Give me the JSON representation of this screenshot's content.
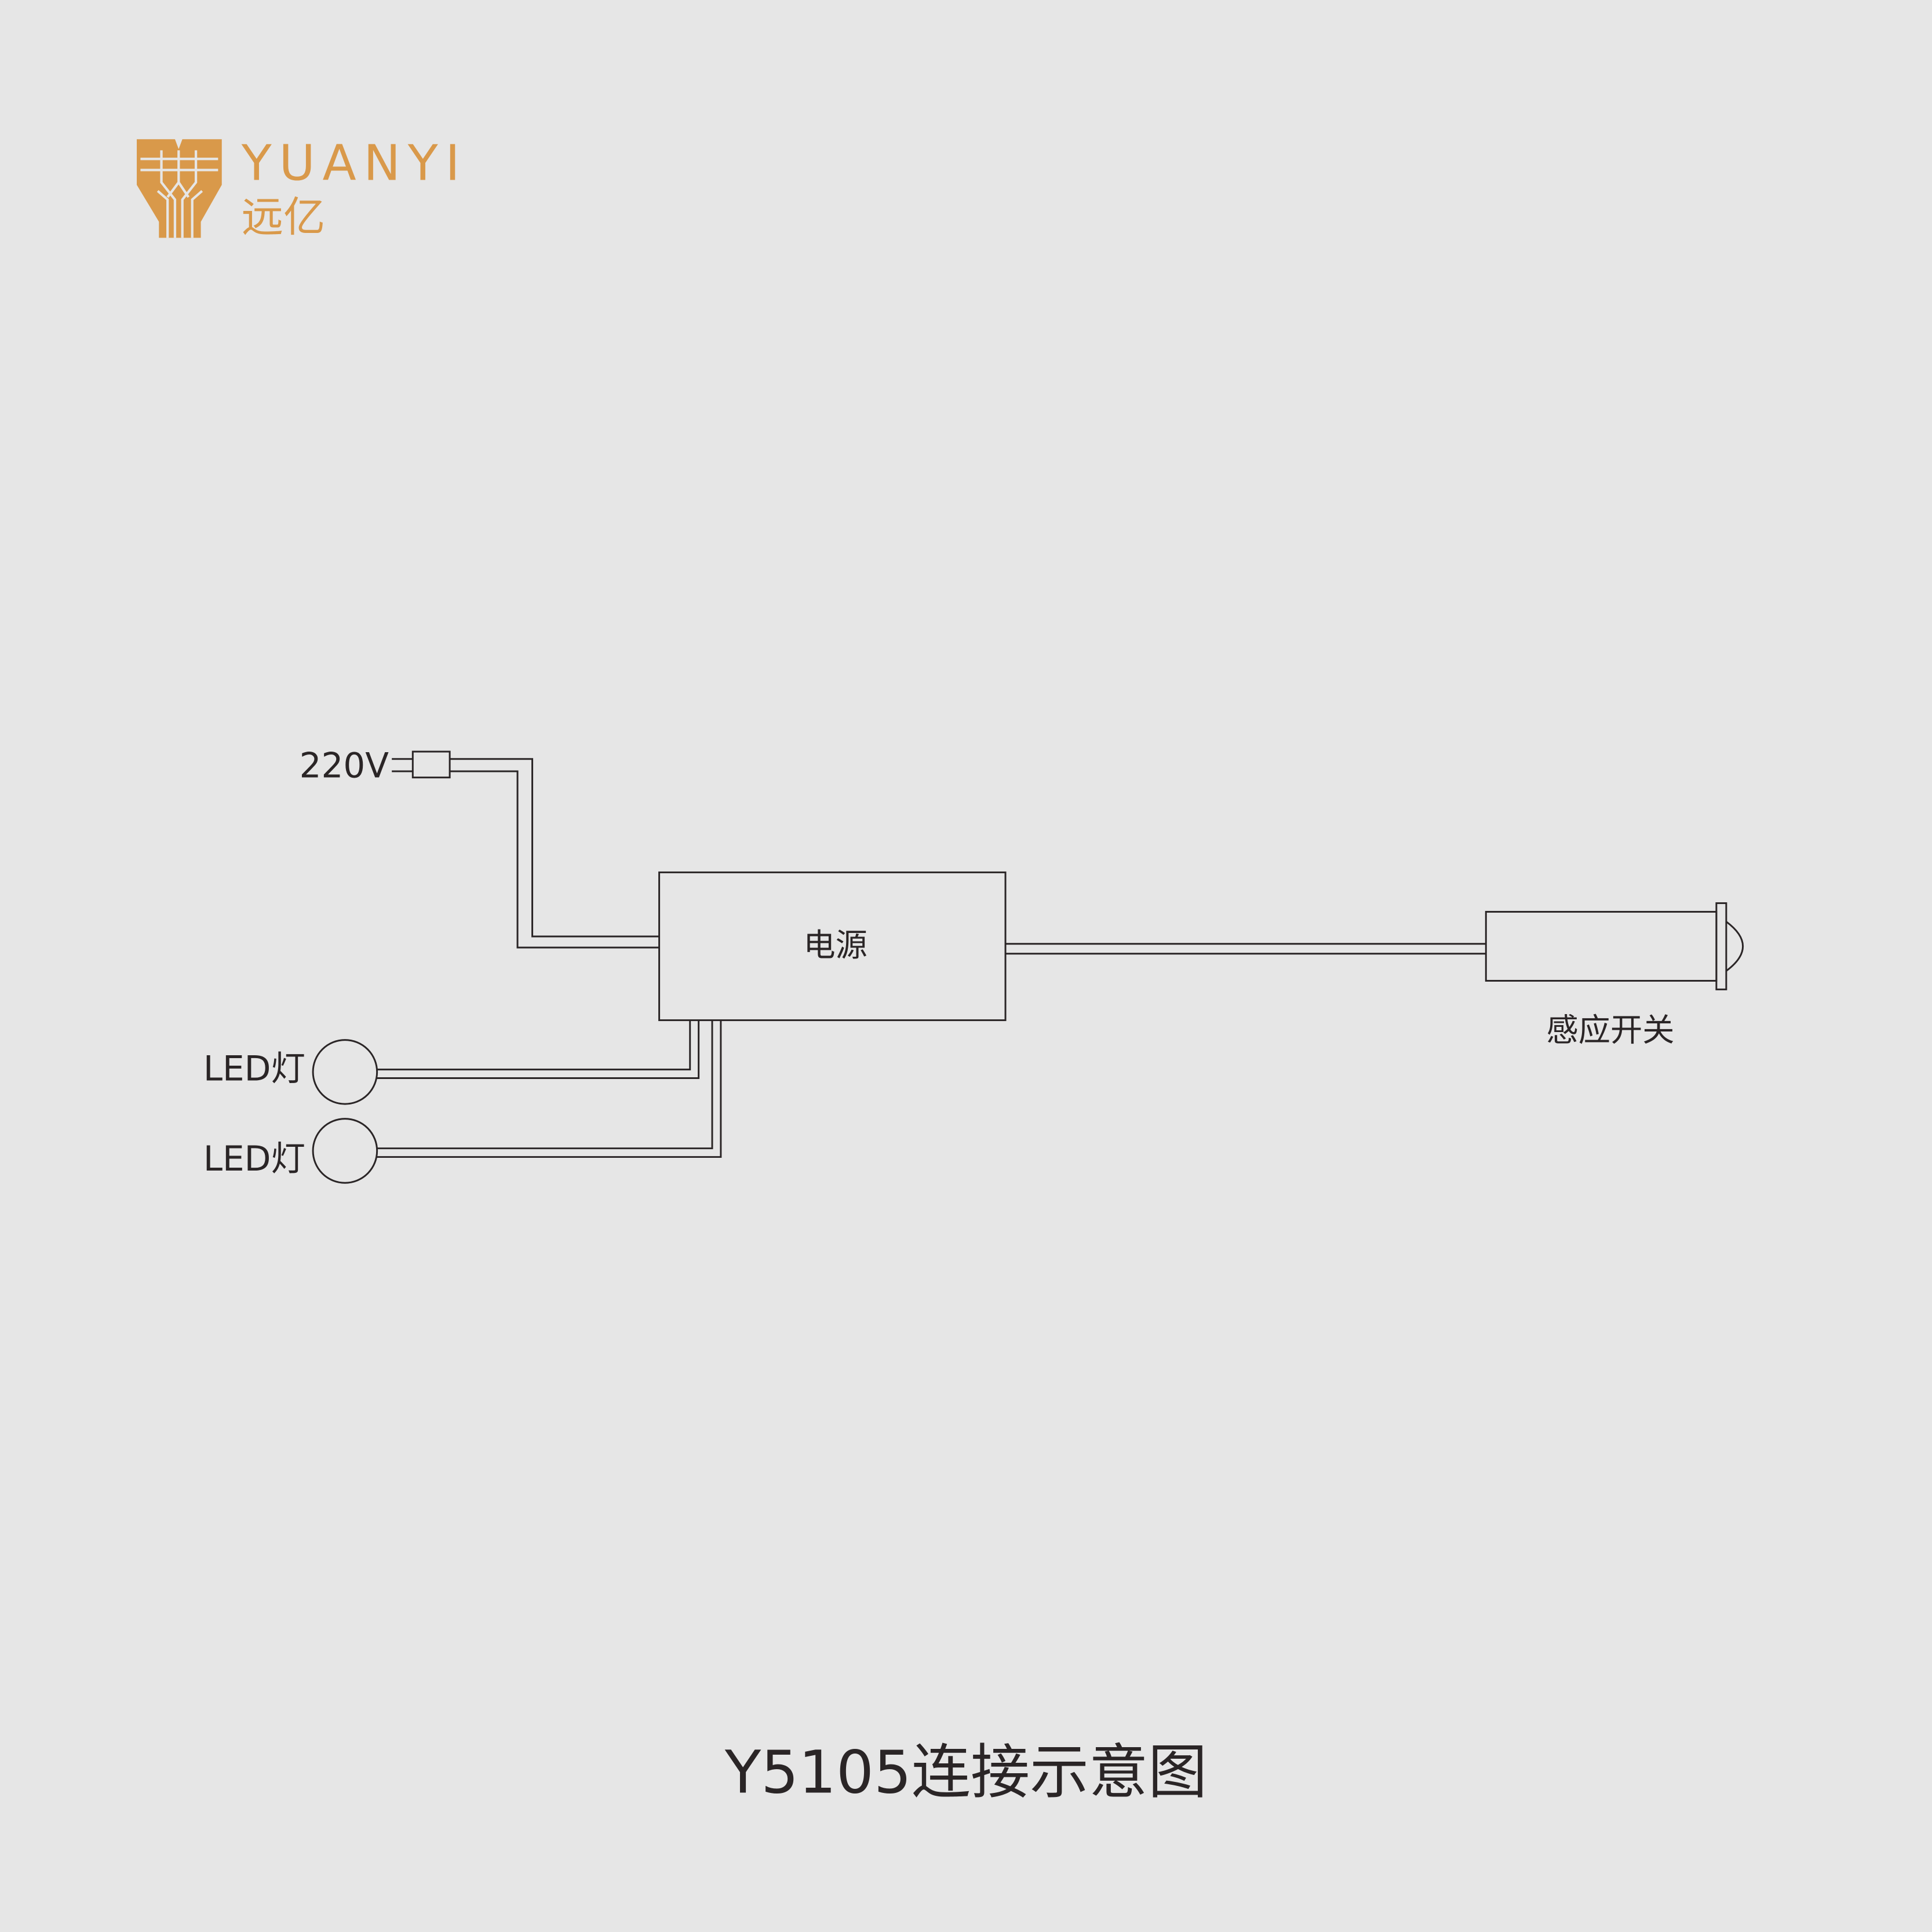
{
  "logo": {
    "brand_en": "YUANYI",
    "brand_cn": "远亿",
    "color": "#d9994a"
  },
  "diagram": {
    "power_input_label": "220V",
    "power_supply_label": "电源",
    "sensor_switch_label": "感应开关",
    "led_labels": [
      "LED灯",
      "LED灯"
    ]
  },
  "title": "Y5105连接示意图",
  "colors": {
    "background": "#e6e6e6",
    "line": "#2a2526"
  }
}
